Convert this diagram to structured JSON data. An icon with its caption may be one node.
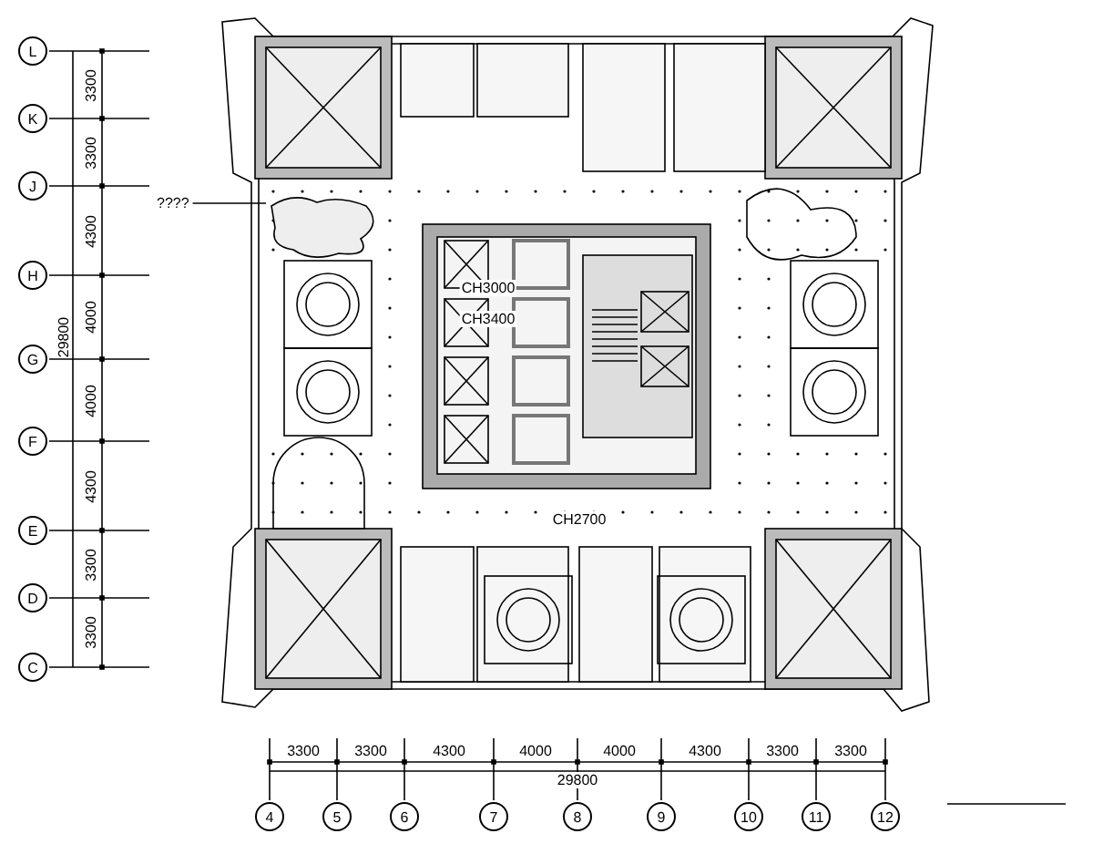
{
  "diagram": {
    "nodes": [
      {
        "text": [
          "L"
        ]
      },
      {
        "text": [
          "K"
        ]
      },
      {
        "text": [
          "J"
        ]
      },
      {
        "text": [
          "H"
        ]
      },
      {
        "text": [
          "G"
        ]
      },
      {
        "text": [
          "F"
        ]
      },
      {
        "text": [
          "E"
        ]
      },
      {
        "text": [
          "D"
        ]
      },
      {
        "text": [
          "C"
        ]
      },
      {
        "text": [
          "4"
        ]
      },
      {
        "text": [
          "5"
        ]
      },
      {
        "text": [
          "6"
        ]
      },
      {
        "text": [
          "7"
        ]
      },
      {
        "text": [
          "8"
        ]
      },
      {
        "text": [
          "9"
        ]
      },
      {
        "text": [
          "10"
        ]
      },
      {
        "text": [
          "11"
        ]
      },
      {
        "text": [
          "12"
        ]
      },
      {
        "text": [
          "????"
        ]
      },
      {
        "text": [],
        "shape": "picture"
      }
    ],
    "edges": [
      {
        "from": 18,
        "to": 19,
        "arrow": "none"
      }
    ],
    "labels": [
      "3300",
      "3300",
      "4300",
      "4000",
      "29800",
      "4000",
      "4300",
      "3300",
      "3300",
      "CH3000",
      "CH3400",
      "CH2700",
      "3300",
      "3300",
      "4300",
      "4000",
      "4000",
      "4300",
      "3300",
      "3300",
      "29800"
    ]
  }
}
